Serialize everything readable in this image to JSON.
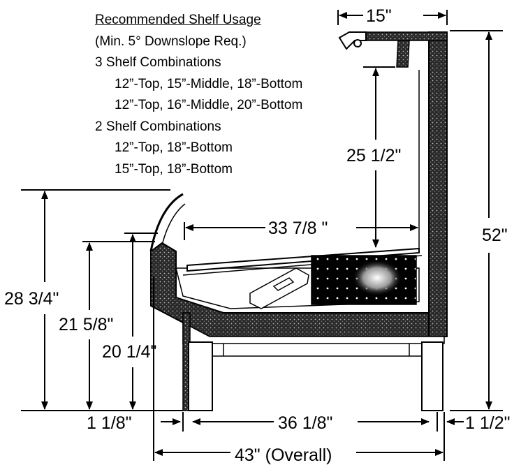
{
  "notes": {
    "title": "Recommended Shelf Usage",
    "min_slope": "(Min. 5° Downslope Req.)",
    "group3_title": "3 Shelf Combinations",
    "group3_items": [
      "12”-Top, 15”-Middle, 18”-Bottom",
      "12”-Top, 16”-Middle, 20”-Bottom"
    ],
    "group2_title": "2 Shelf Combinations",
    "group2_items": [
      "12”-Top, 18”-Bottom",
      "15”-Top, 18”-Bottom"
    ]
  },
  "dimensions": {
    "top_shelf_depth": "15\"",
    "shelf_clearance": "25 1/2\"",
    "case_height": "52\"",
    "interior_depth": "33 7/8 \"",
    "front_glass_height": "28 3/4\"",
    "front_height_a": "21 5/8\"",
    "front_height_b": "20 1/4\"",
    "front_offset": "1 1/8\"",
    "leg_span": "36 1/8\"",
    "rear_offset": "1 1/2\"",
    "overall_depth": "43\" (Overall)"
  }
}
